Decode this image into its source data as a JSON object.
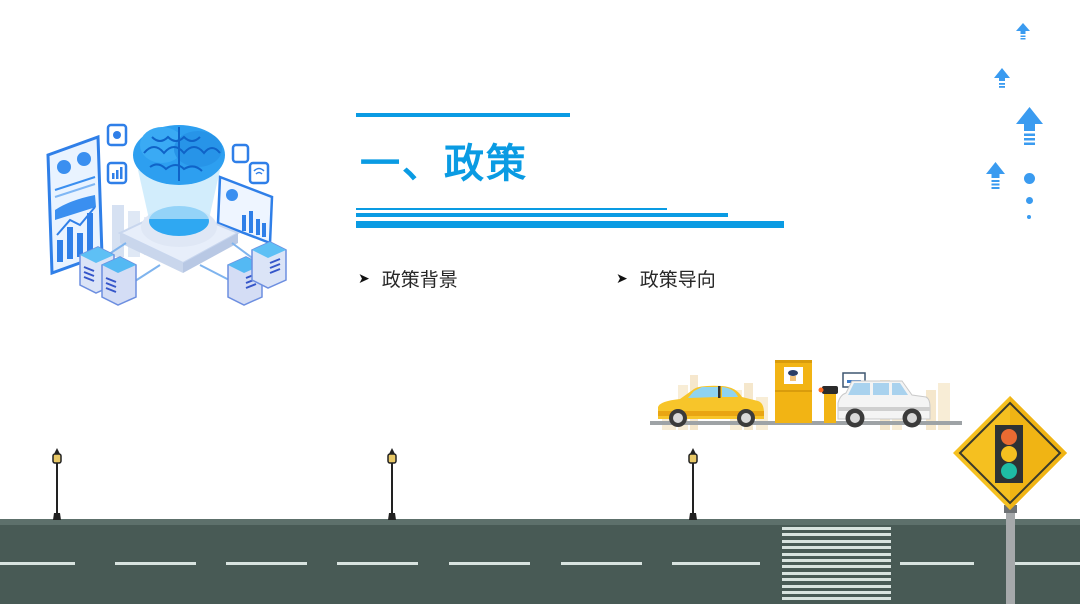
{
  "slide": {
    "section_title": "一、政策",
    "bullets": [
      {
        "marker": "➤",
        "label": "政策背景"
      },
      {
        "marker": "➤",
        "label": "政策导向"
      }
    ]
  },
  "colors": {
    "accent_blue": "#0a9be3",
    "arrow_blue": "#3a9bf0",
    "road": "#485a55",
    "road_line": "#d8e3df",
    "taxi_yellow": "#f7c52a",
    "sign_yellow": "#f5c020"
  },
  "illustrations": {
    "top_left": "ai-brain-datacenter-illustration",
    "top_right": "rising-arrows-decoration",
    "scene": "parking-gate-with-cars",
    "sign": "traffic-light-warning-sign",
    "road": "road-with-crosswalk-and-street-lamps"
  }
}
